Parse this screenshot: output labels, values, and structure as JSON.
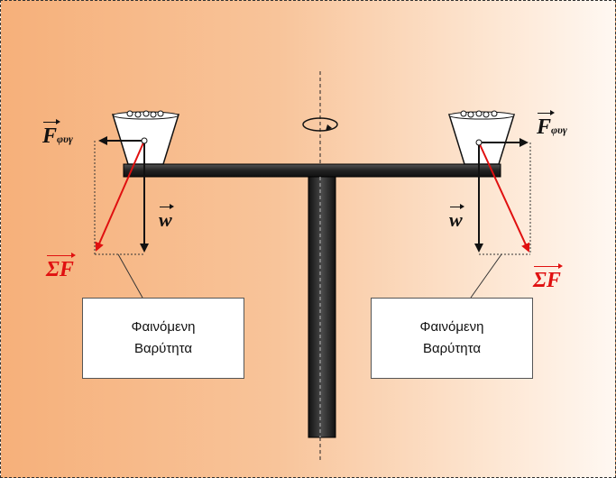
{
  "colors": {
    "force_arrow": "#111111",
    "resultant_arrow": "#e01010",
    "beam": "#222222",
    "bg_left": "#f6b07a",
    "bg_right": "#fff8f2"
  },
  "icons": [
    "rotation-arrow-icon"
  ],
  "symbols": {
    "centrifugal": "F",
    "centrifugal_sub": "φυγ",
    "weight": "w",
    "resultant": "ΣF"
  },
  "left_box": {
    "line1": "Φαινόμενη",
    "line2": "Βαρύτητα"
  },
  "right_box": {
    "line1": "Φαινόμενη",
    "line2": "Βαρύτητα"
  }
}
